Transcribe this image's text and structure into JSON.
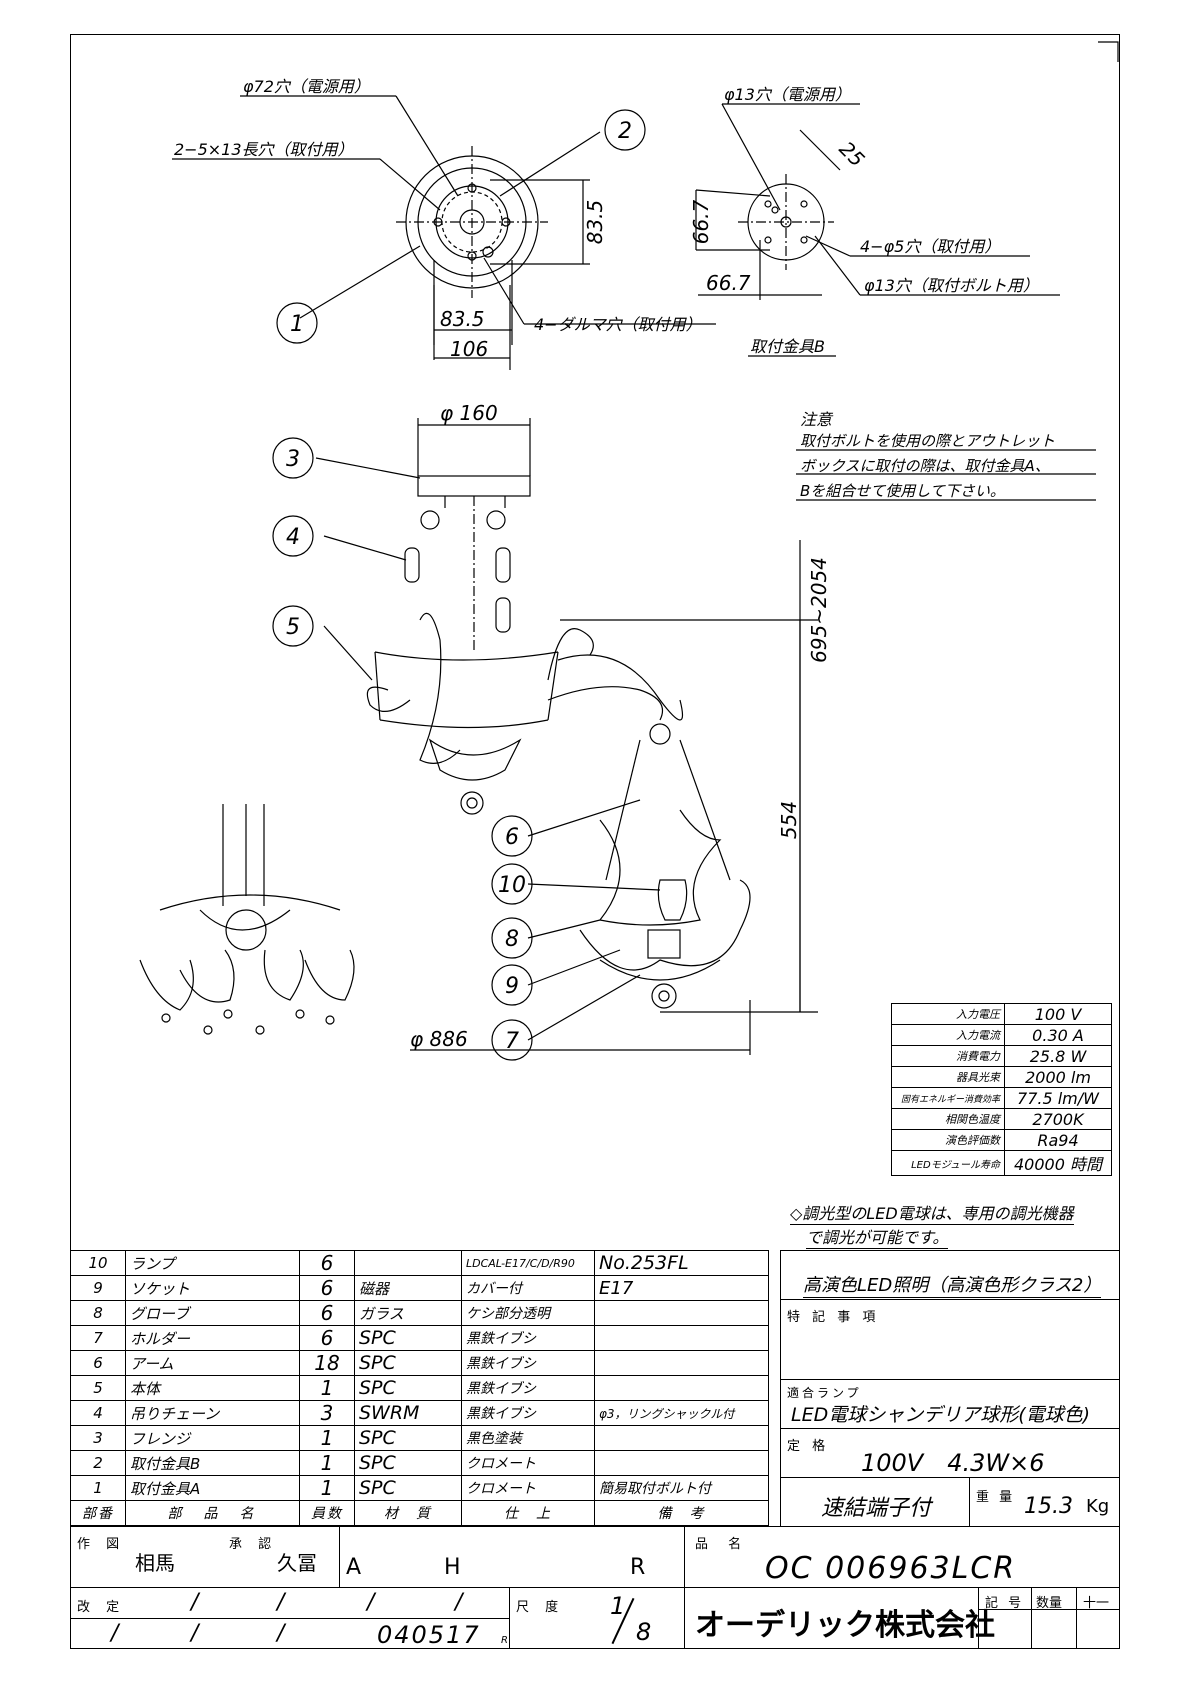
{
  "top_labels": {
    "hole72": "φ72穴（電源用）",
    "slot": "2−5×13長穴（取付用）",
    "dim835v": "83.5",
    "dim835h": "83.5",
    "dim106": "106",
    "daruma": "4−ダルマ穴（取付用）",
    "hole13_power": "φ13穴（電源用）",
    "dim25": "25",
    "dim667v": "66.7",
    "dim667h": "66.7",
    "hole5": "4−φ5穴（取付用）",
    "hole13_bolt": "φ13穴（取付ボルト用）",
    "bracket_b": "取付金具B",
    "dia160": "φ 160",
    "height_range": "695~2054",
    "dim554": "554",
    "dia886": "φ 886"
  },
  "callouts": [
    "1",
    "2",
    "3",
    "4",
    "5",
    "6",
    "10",
    "8",
    "9",
    "7"
  ],
  "caution": {
    "title": "注意",
    "lines": [
      "取付ボルトを使用の際とアウトレット",
      "ボックスに取付の際は、取付金具A、",
      "Bを組合せて使用して下さい。"
    ]
  },
  "spec_table": [
    {
      "k": "入力電圧",
      "v": "100 V"
    },
    {
      "k": "入力電流",
      "v": "0.30 A"
    },
    {
      "k": "消費電力",
      "v": "25.8 W"
    },
    {
      "k": "器具光束",
      "v": "2000 lm"
    },
    {
      "k": "固有エネルギー消費効率",
      "v": "77.5 lm/W"
    },
    {
      "k": "相関色温度",
      "v": "2700K"
    },
    {
      "k": "演色評価数",
      "v": "Ra94"
    },
    {
      "k": "LEDモジュール寿命",
      "v": "40000 時間"
    }
  ],
  "dimmer_note": [
    "◇調光型のLED電球は、専用の調光機器",
    "で調光が可能です。"
  ],
  "parts": [
    {
      "no": "10",
      "name": "ランプ",
      "qty": "6",
      "mat": "",
      "finish": "LDCAL-E17/C/D/R90",
      "remarks": "No.253FL"
    },
    {
      "no": "9",
      "name": "ソケット",
      "qty": "6",
      "mat": "磁器",
      "finish": "カバー付",
      "remarks": "E17"
    },
    {
      "no": "8",
      "name": "グローブ",
      "qty": "6",
      "mat": "ガラス",
      "finish": "ケシ部分透明",
      "remarks": ""
    },
    {
      "no": "7",
      "name": "ホルダー",
      "qty": "6",
      "mat": "SPC",
      "finish": "黒鉄イブシ",
      "remarks": ""
    },
    {
      "no": "6",
      "name": "アーム",
      "qty": "18",
      "mat": "SPC",
      "finish": "黒鉄イブシ",
      "remarks": ""
    },
    {
      "no": "5",
      "name": "本体",
      "qty": "1",
      "mat": "SPC",
      "finish": "黒鉄イブシ",
      "remarks": ""
    },
    {
      "no": "4",
      "name": "吊りチェーン",
      "qty": "3",
      "mat": "SWRM",
      "finish": "黒鉄イブシ",
      "remarks": "φ3，リングシャックル付"
    },
    {
      "no": "3",
      "name": "フレンジ",
      "qty": "1",
      "mat": "SPC",
      "finish": "黒色塗装",
      "remarks": ""
    },
    {
      "no": "2",
      "name": "取付金具B",
      "qty": "1",
      "mat": "SPC",
      "finish": "クロメート",
      "remarks": ""
    },
    {
      "no": "1",
      "name": "取付金具A",
      "qty": "1",
      "mat": "SPC",
      "finish": "クロメート",
      "remarks": "簡易取付ボルト付"
    }
  ],
  "parts_header": [
    "部番",
    "部　品　名",
    "員数",
    "材　質",
    "仕　上",
    "備　考"
  ],
  "right_panel": {
    "led_class": "高演色LED照明（高演色形クラス2）",
    "special": "特 記 事 項",
    "lamp_label": "適合ランプ",
    "lamp_value": "LED電球シャンデリア球形(電球色)",
    "rating_label": "定 格",
    "rating_value": "100V　4.3W×6",
    "terminal": "速結端子付",
    "weight_label": "重 量",
    "weight_value": "15.3",
    "weight_unit": "Kg"
  },
  "title_block": {
    "drawn_label": "作 図",
    "drawn_by": "相馬",
    "approved_label": "承 認",
    "approved_by": "久冨",
    "grades": [
      "A",
      "H",
      "R"
    ],
    "product_label": "品 名",
    "product_no": "OC 006963LCR",
    "revision_label": "改 定",
    "scale_label": "尺 度",
    "scale_num": "1",
    "scale_den": "8",
    "company": "オーデリック株式会社",
    "symbol_label": "記 号",
    "qty_label": "数量",
    "kanji_num": "十一",
    "date": "040517",
    "date_suffix": "R",
    "slashes": "/"
  }
}
